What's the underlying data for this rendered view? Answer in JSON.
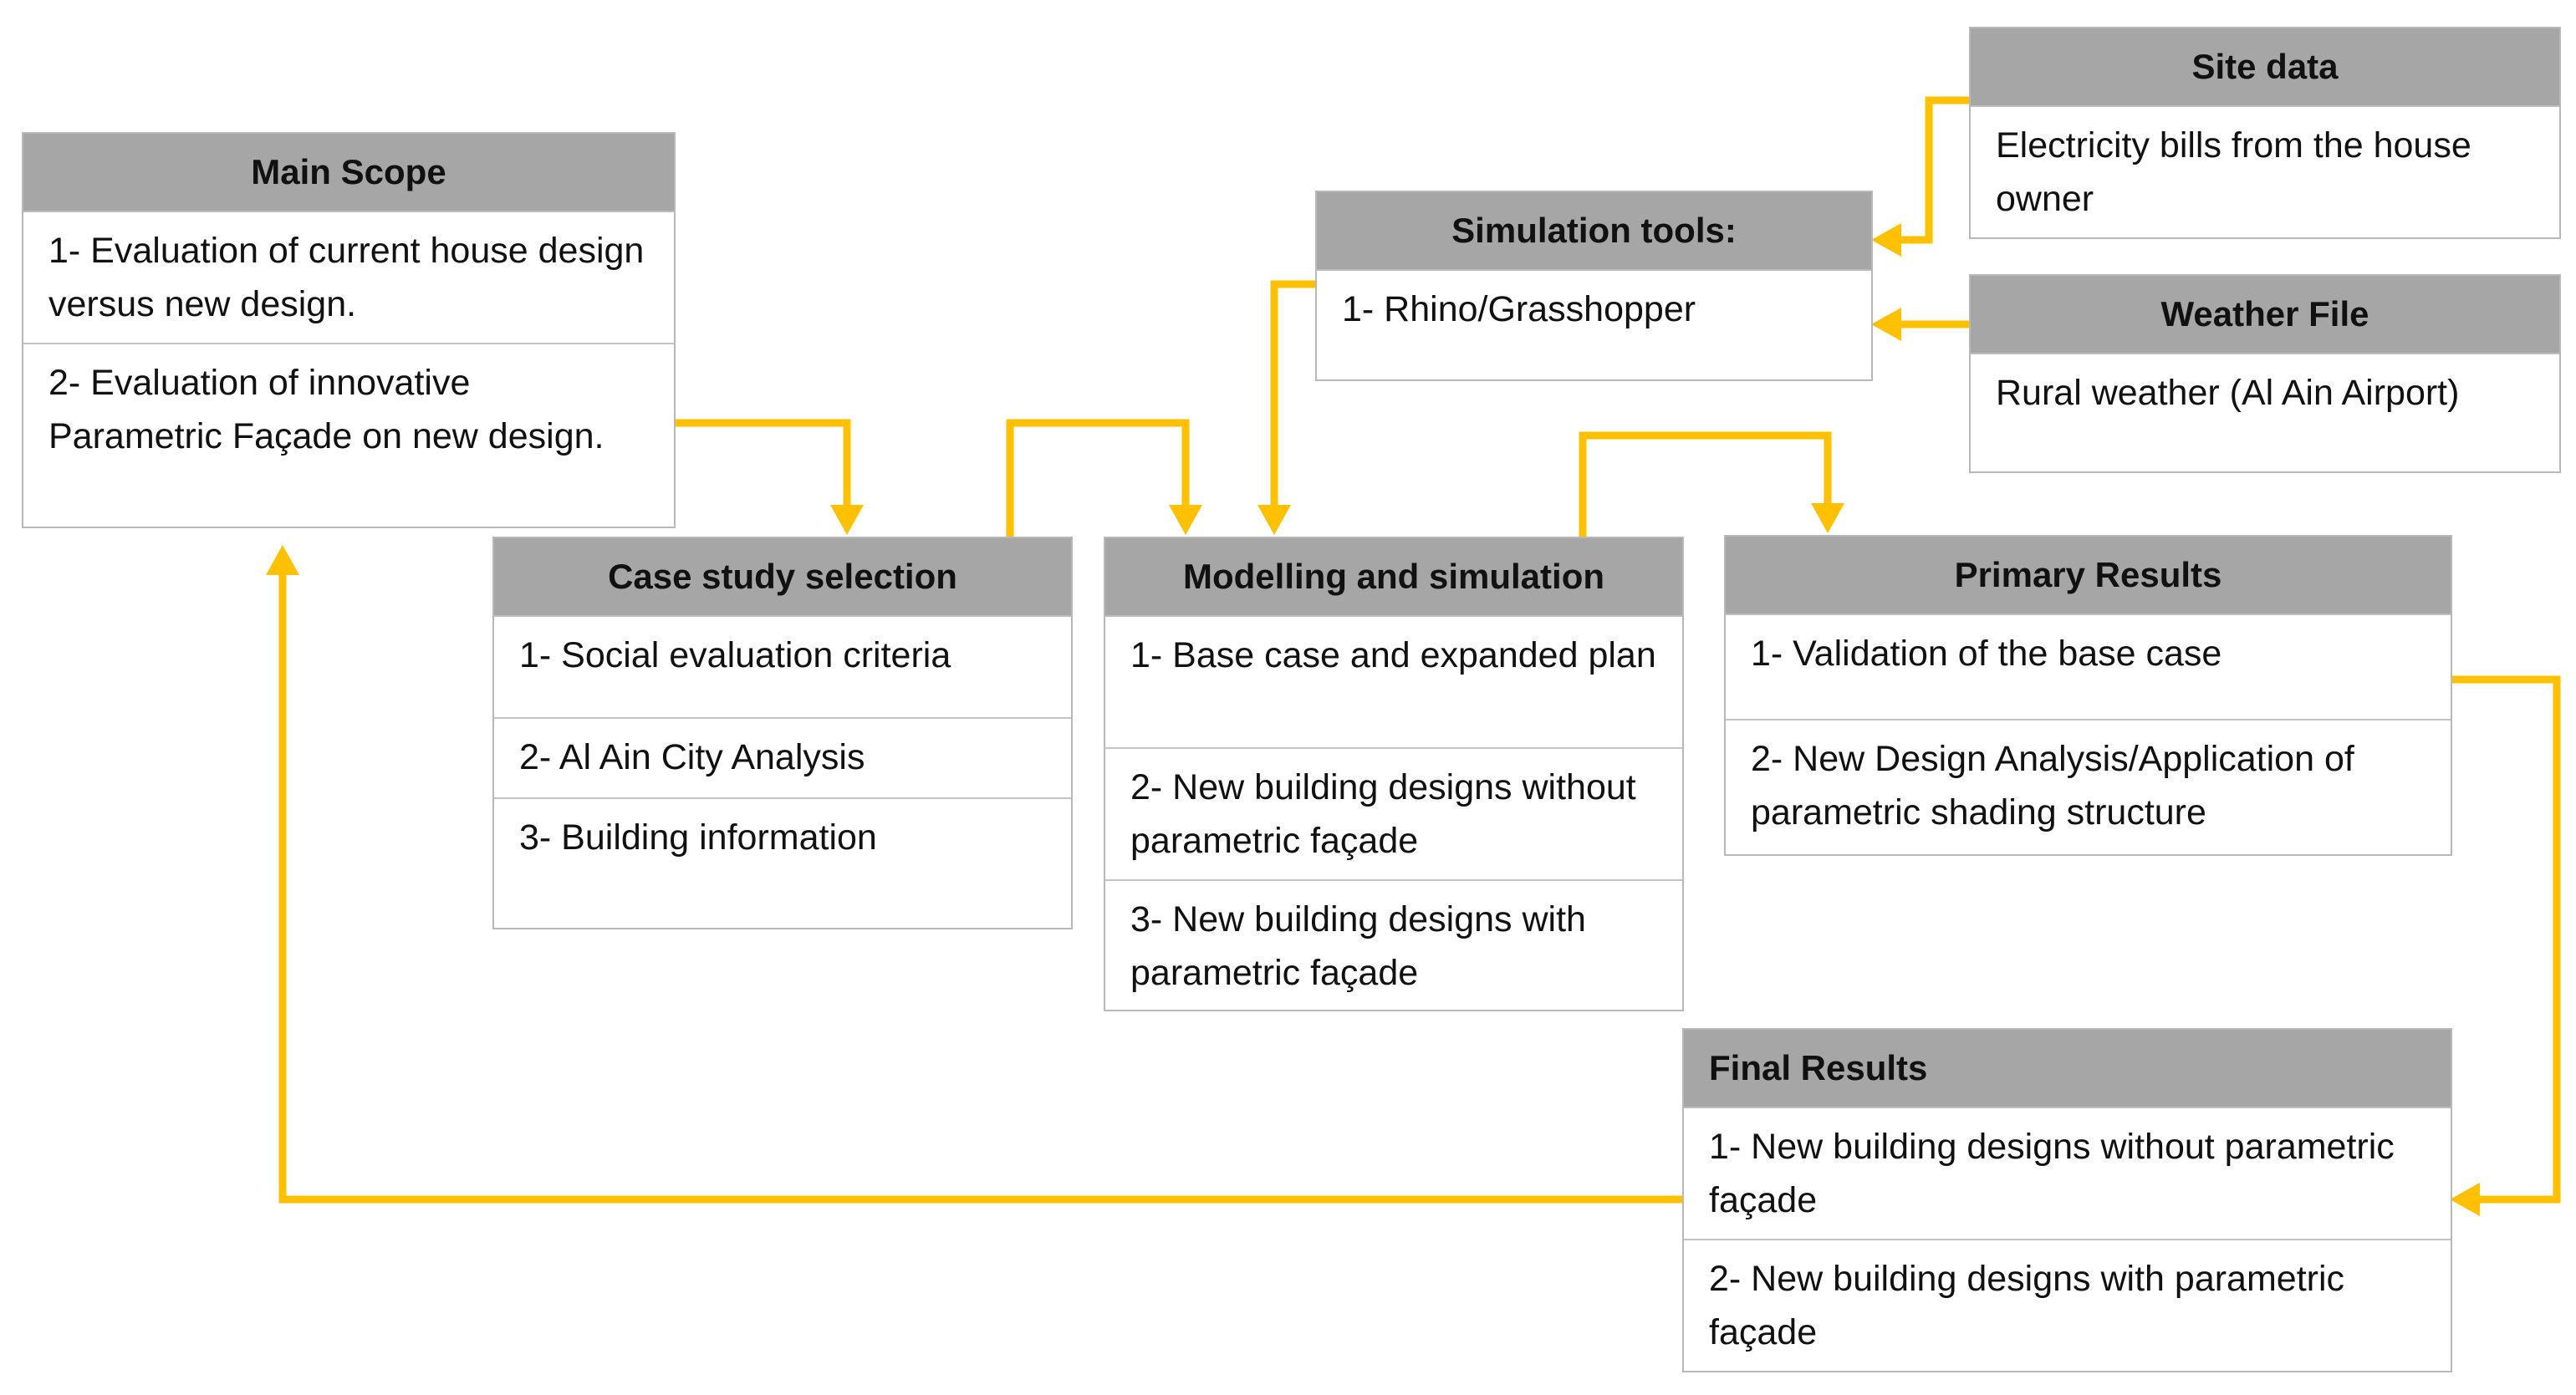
{
  "colors": {
    "arrow": "#FFC000",
    "header_fill": "#a6a6a6",
    "border": "#b8b8b8"
  },
  "boxes": {
    "main_scope": {
      "title": "Main Scope",
      "items": [
        "1- Evaluation of current house design versus new design.",
        "2- Evaluation of innovative Parametric Façade on new design."
      ]
    },
    "case_study": {
      "title": "Case study selection",
      "items": [
        "1- Social evaluation criteria",
        "2- Al Ain City Analysis",
        "3- Building information"
      ]
    },
    "modelling": {
      "title": "Modelling and simulation",
      "items": [
        "1- Base case and expanded plan",
        "2- New building designs without parametric façade",
        "3- New building designs with parametric façade"
      ]
    },
    "simulation_tools": {
      "title": "Simulation tools:",
      "items": [
        "1- Rhino/Grasshopper"
      ]
    },
    "site_data": {
      "title": "Site data",
      "items": [
        "Electricity bills from the house owner"
      ]
    },
    "weather_file": {
      "title": "Weather File",
      "items": [
        "Rural weather (Al Ain Airport)"
      ]
    },
    "primary_results": {
      "title": "Primary Results",
      "items": [
        "1- Validation of the base case",
        "2- New Design Analysis/Application of parametric shading structure"
      ]
    },
    "final_results": {
      "title": "Final Results",
      "items": [
        "1- New building designs without parametric façade",
        "2- New building designs with parametric façade"
      ]
    }
  }
}
